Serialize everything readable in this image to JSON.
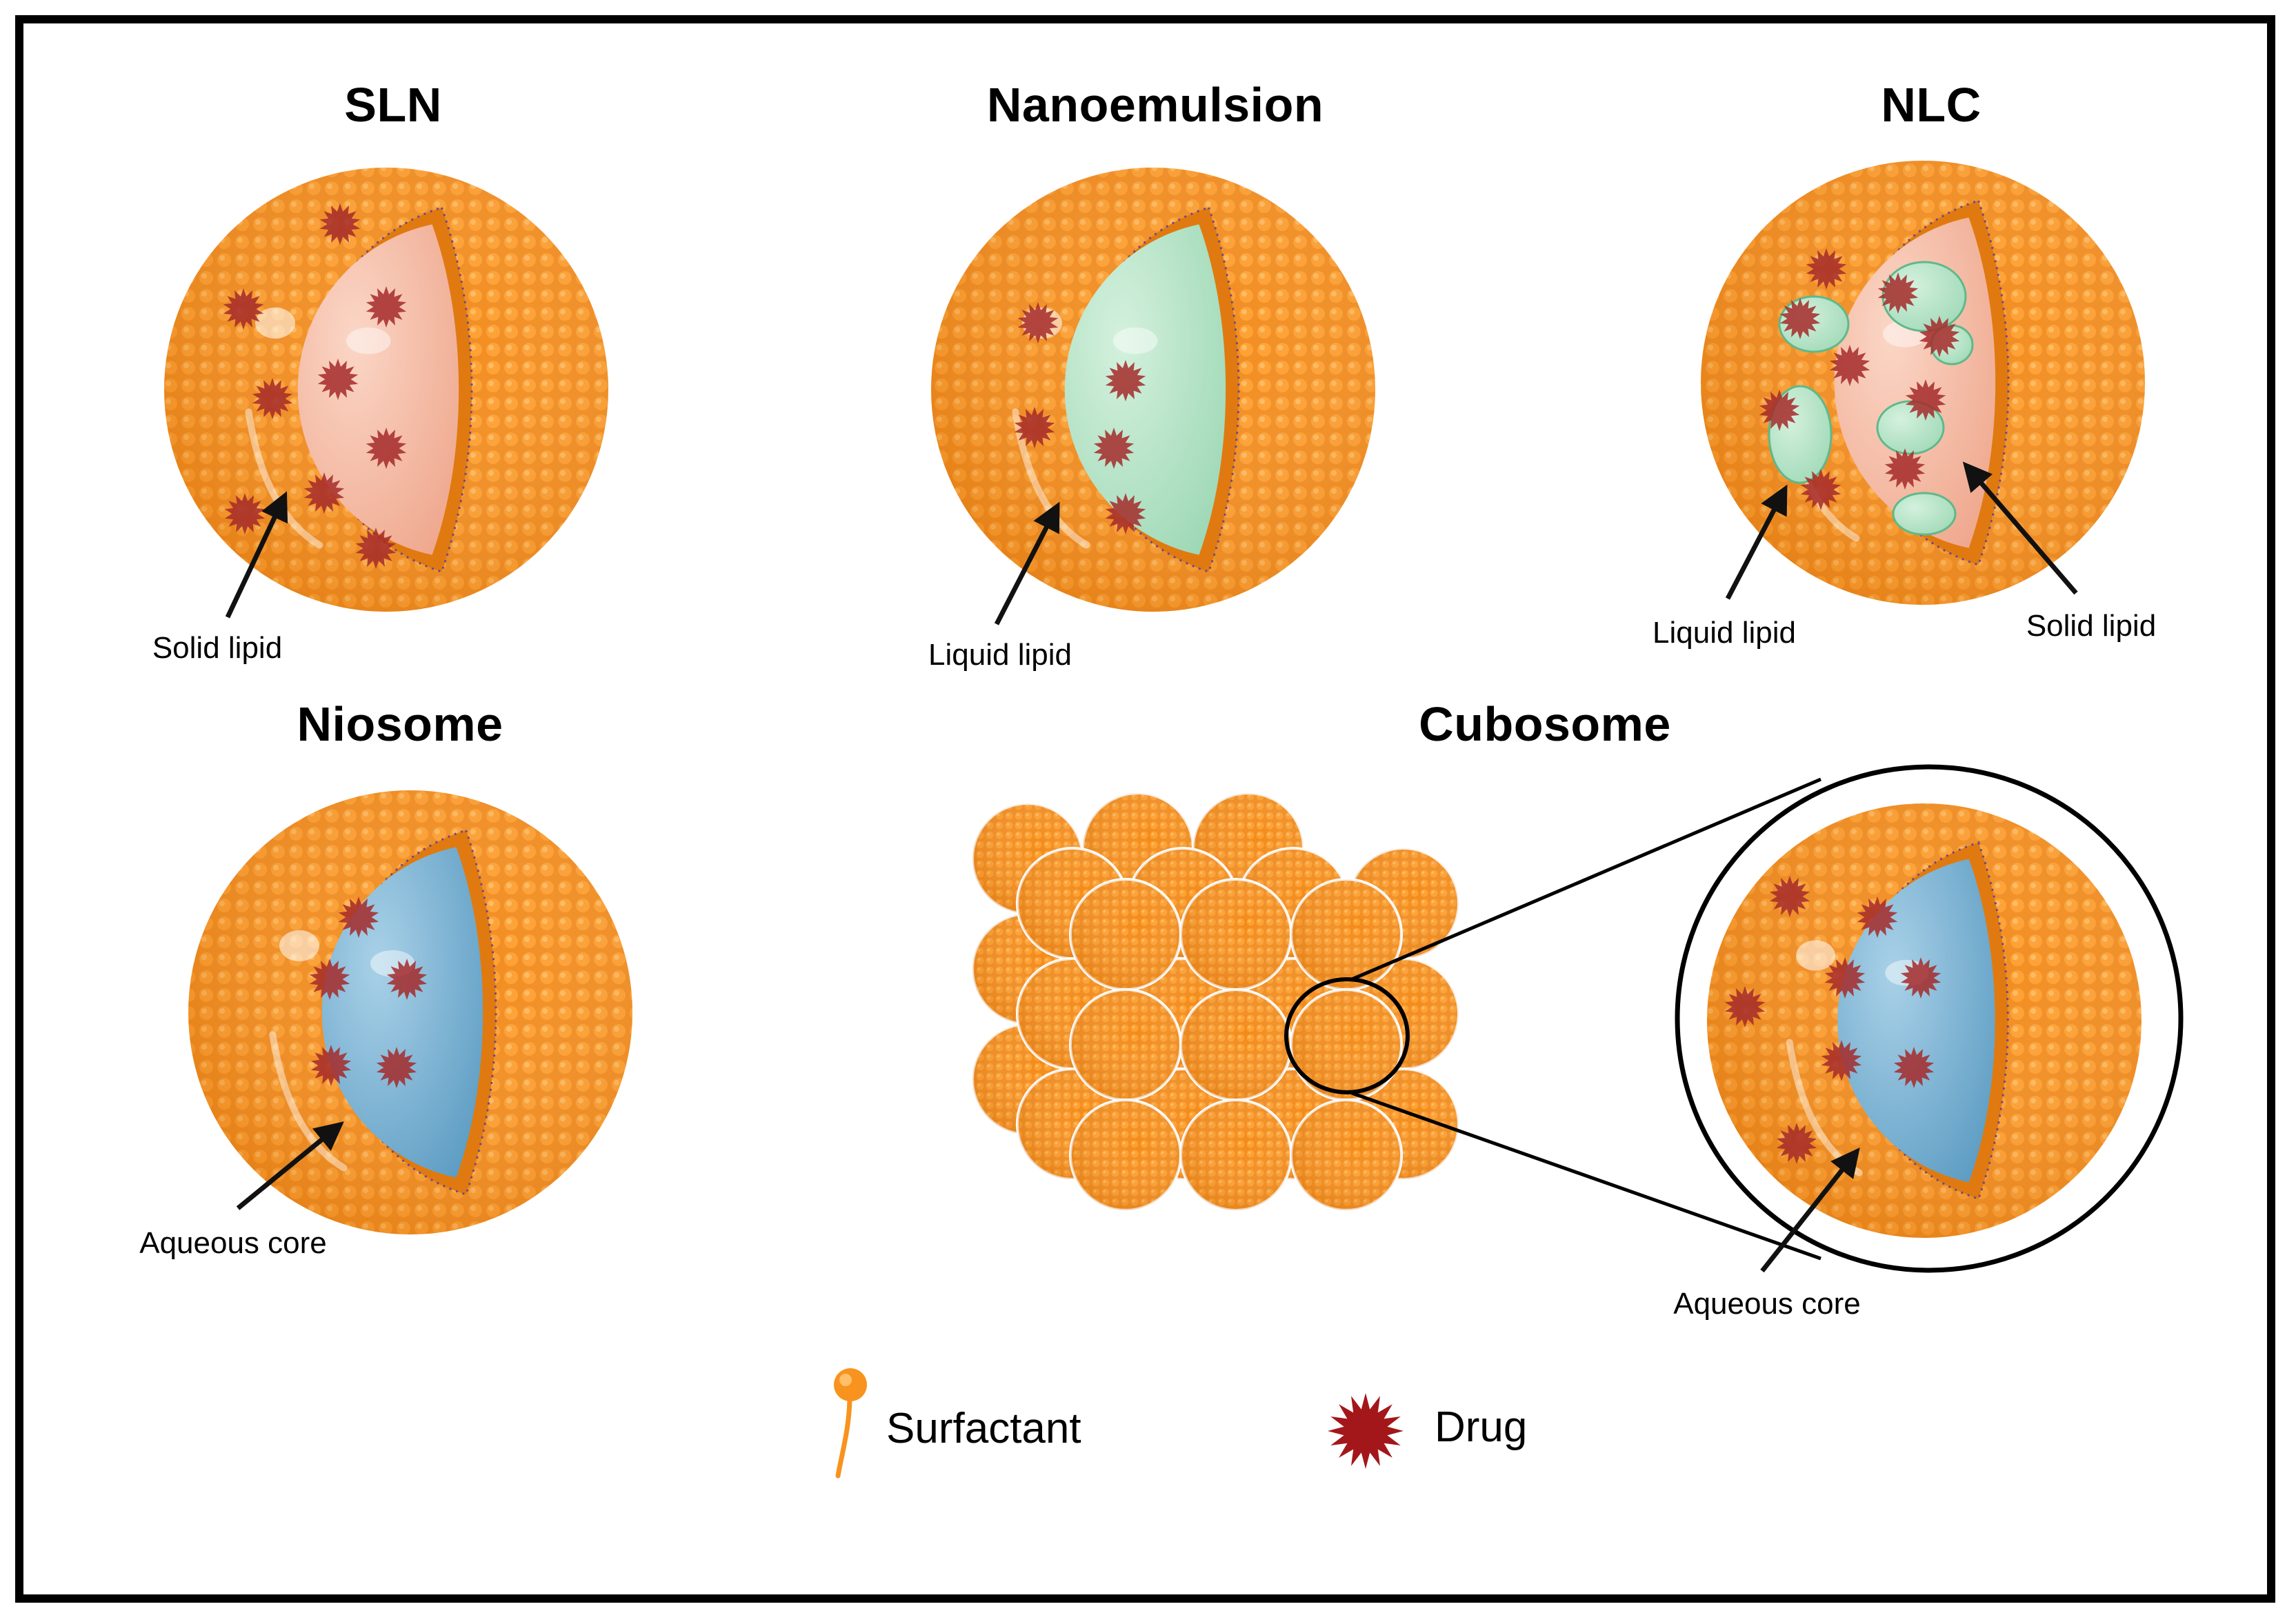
{
  "panels": {
    "sln": {
      "title": "SLN",
      "label": "Solid lipid"
    },
    "nanoemulsion": {
      "title": "Nanoemulsion",
      "label": "Liquid lipid"
    },
    "nlc": {
      "title": "NLC",
      "label_liquid": "Liquid lipid",
      "label_solid": "Solid lipid"
    },
    "niosome": {
      "title": "Niosome",
      "label": "Aqueous core"
    },
    "cubosome": {
      "title": "Cubosome",
      "label": "Aqueous core"
    }
  },
  "legend": {
    "surfactant": "Surfactant",
    "drug": "Drug"
  },
  "colors": {
    "surfactant_shell": "#F7931E",
    "solid_lipid": "#F4B8A0",
    "liquid_lipid": "#B8E4C9",
    "aqueous_core": "#7FB5D5",
    "drug": "#A52A2A"
  }
}
